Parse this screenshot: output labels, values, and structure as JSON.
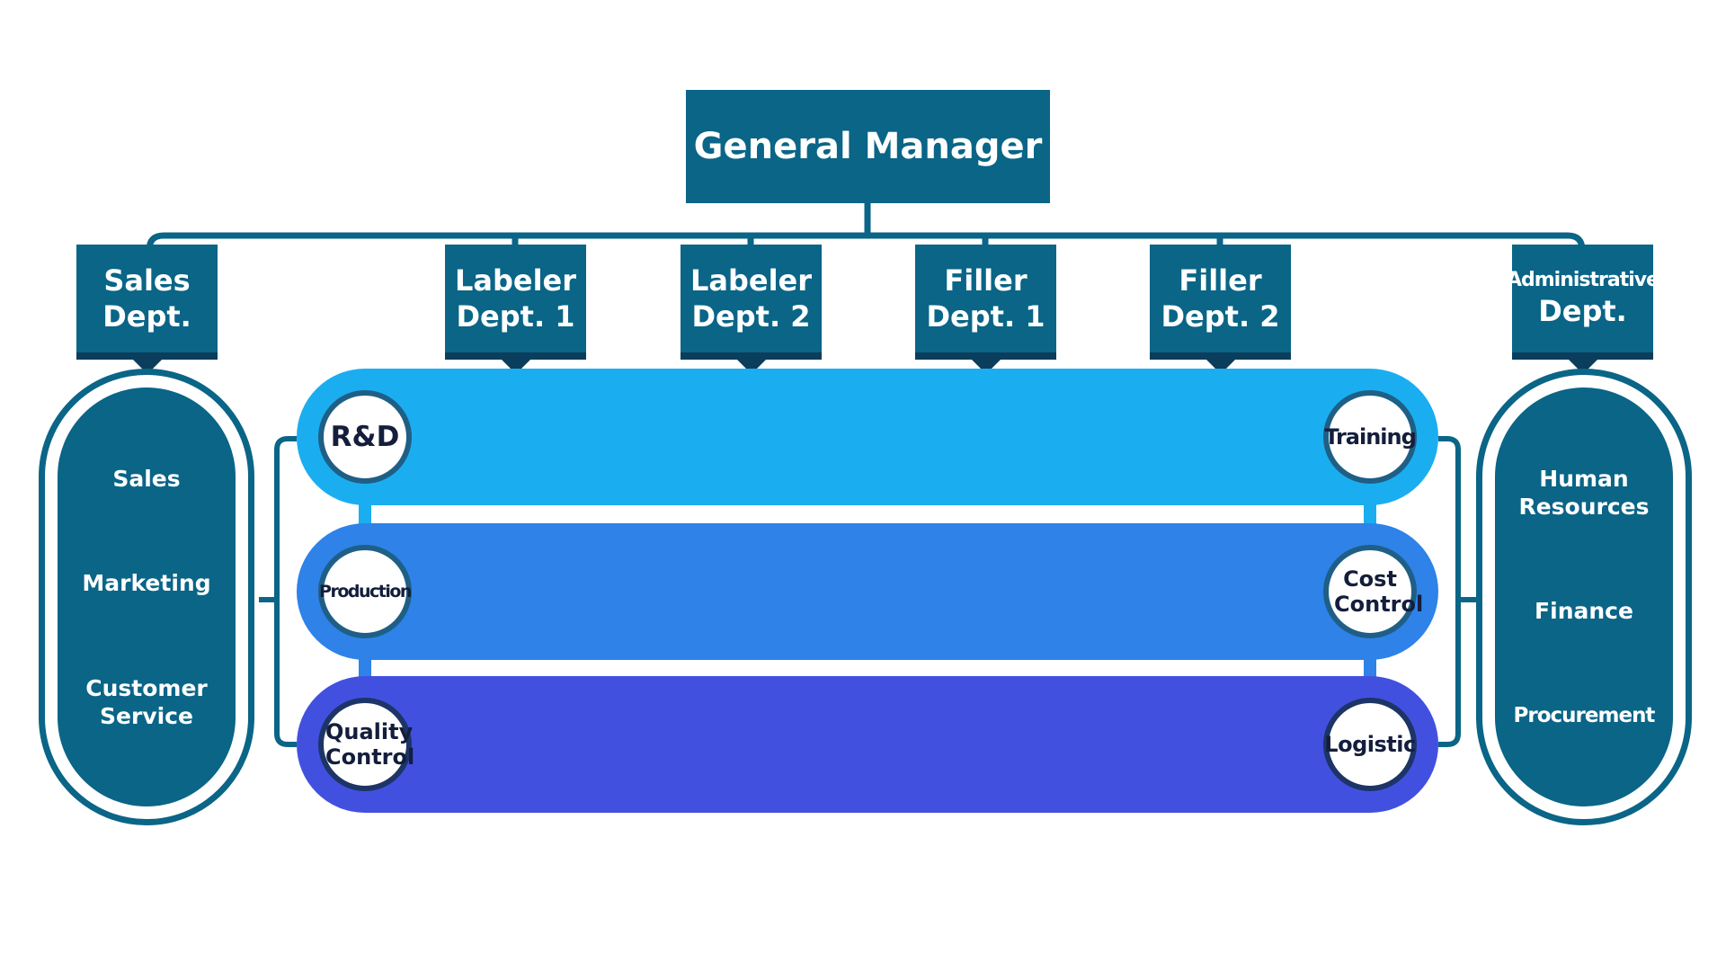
{
  "top": {
    "label": "General Manager"
  },
  "departments": [
    {
      "line1": "Sales",
      "line2": "Dept."
    },
    {
      "line1": "Labeler",
      "line2": "Dept. 1"
    },
    {
      "line1": "Labeler",
      "line2": "Dept. 2"
    },
    {
      "line1": "Filler",
      "line2": "Dept. 1"
    },
    {
      "line1": "Filler",
      "line2": "Dept. 2"
    },
    {
      "line1": "Administrative",
      "line2": "Dept."
    }
  ],
  "sales_units": [
    "Sales",
    "Marketing",
    "Customer Service"
  ],
  "admin_units": [
    "Human Resources",
    "Finance",
    "Procurement"
  ],
  "bands": [
    {
      "left": "R&D",
      "right": "Training",
      "color": "#1aaef0",
      "ring": "#1aaef0"
    },
    {
      "left": "Production",
      "right": "Cost Control",
      "color": "#2e82e8",
      "ring": "#2e82e8"
    },
    {
      "left": "Quality Control",
      "right": "Logistic",
      "color": "#4250e0",
      "ring": "#4250e0"
    }
  ],
  "colors": {
    "primary": "#0a6587",
    "dark": "#0b3d5c"
  }
}
